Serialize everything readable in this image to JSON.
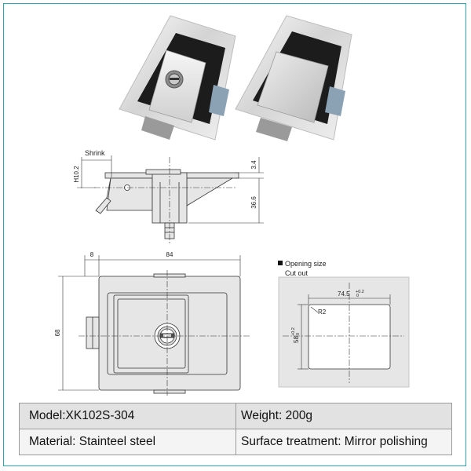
{
  "drawing": {
    "shrink_label": "Shrink",
    "dims": {
      "h_shrink": "H10.2",
      "top_thick": "3.4",
      "height": "36.6",
      "width_84": "84",
      "width_8": "8",
      "height_68": "68",
      "radius": "R2"
    },
    "cutout": {
      "title": "Opening size",
      "subtitle": "Cut out",
      "width": "74.5",
      "width_tol_upper": "+0.2",
      "width_tol_lower": "0",
      "height": "58",
      "height_tol_upper": "+0.2",
      "height_tol_lower": "0"
    }
  },
  "spec": {
    "model": "Model:XK102S-304",
    "weight": "Weight: 200g",
    "material": "Material: Stainteel steel",
    "surface": "Surface treatment: Mirror polishing"
  },
  "colors": {
    "frame_border": "#2aa6b8",
    "drawing_fill": "#e6e6e6",
    "line": "#333333"
  }
}
